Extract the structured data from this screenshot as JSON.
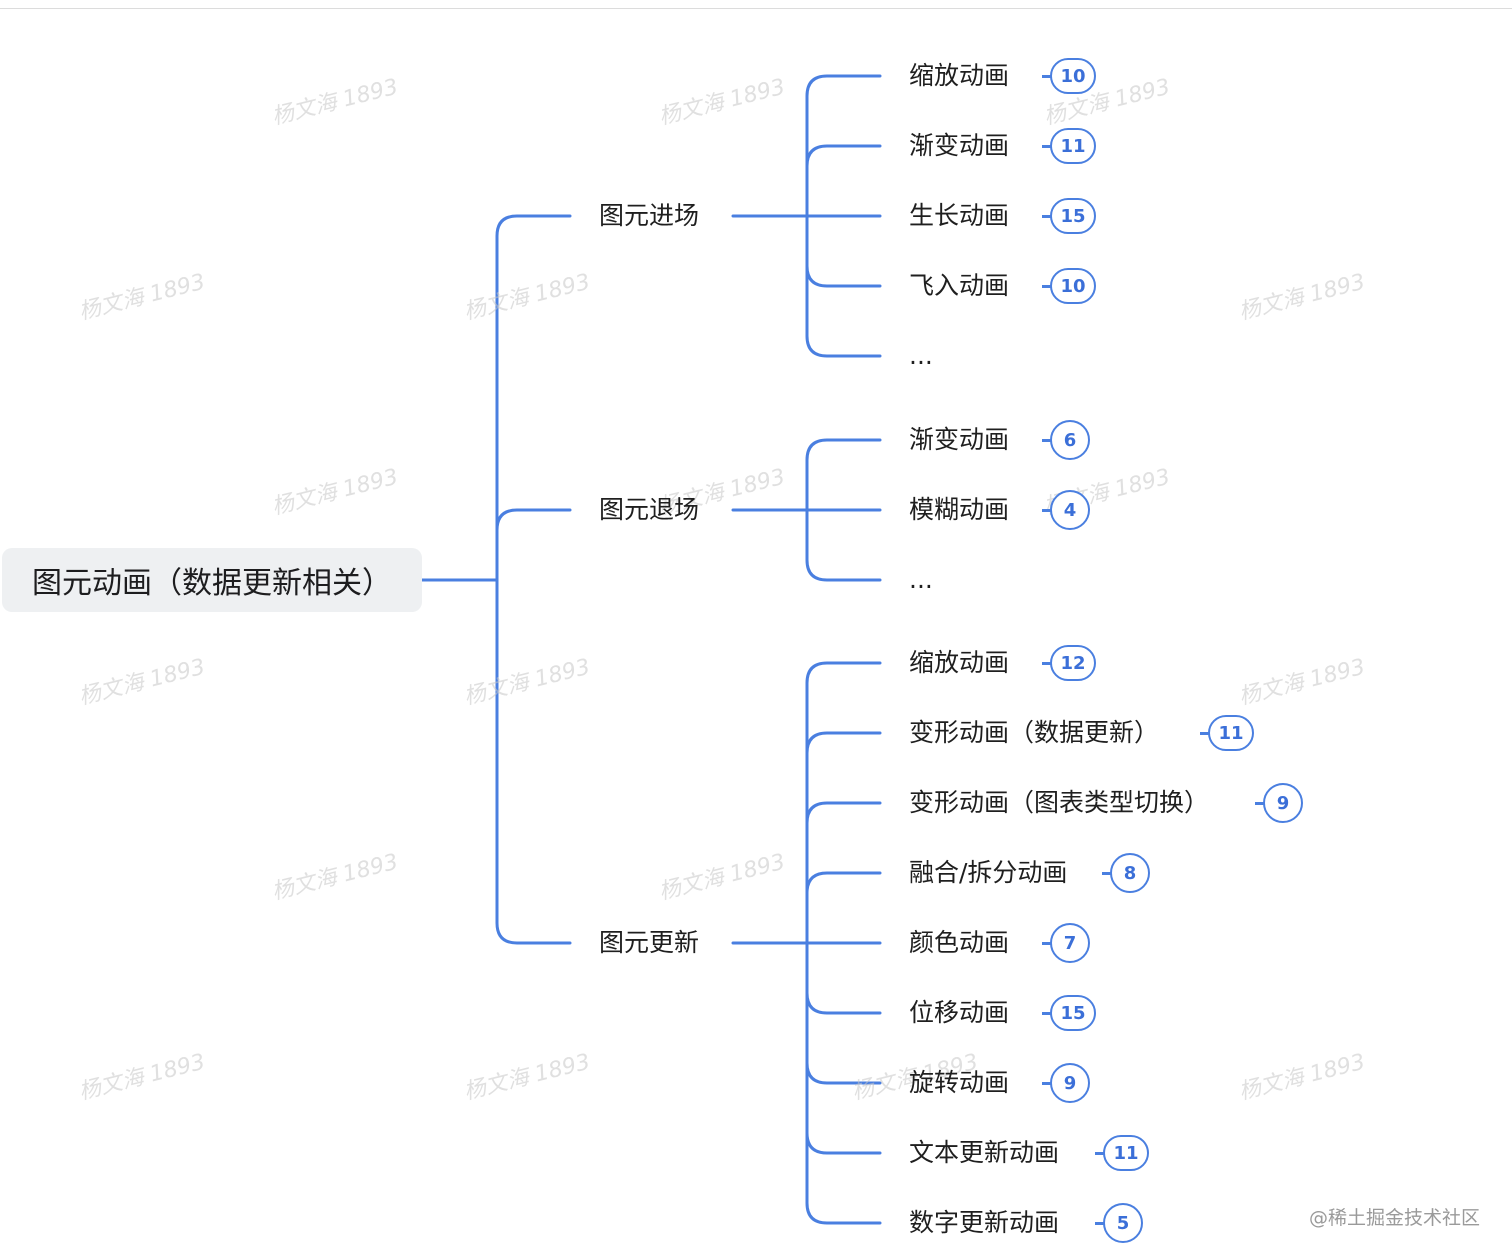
{
  "root": {
    "label": "图元动画（数据更新相关）"
  },
  "branches": [
    {
      "label": "图元进场",
      "children": [
        {
          "label": "缩放动画",
          "badge": "10"
        },
        {
          "label": "渐变动画",
          "badge": "11"
        },
        {
          "label": "生长动画",
          "badge": "15"
        },
        {
          "label": "飞入动画",
          "badge": "10"
        },
        {
          "label": "...",
          "badge": ""
        }
      ]
    },
    {
      "label": "图元退场",
      "children": [
        {
          "label": "渐变动画",
          "badge": "6"
        },
        {
          "label": "模糊动画",
          "badge": "4"
        },
        {
          "label": "...",
          "badge": ""
        }
      ]
    },
    {
      "label": "图元更新",
      "children": [
        {
          "label": "缩放动画",
          "badge": "12"
        },
        {
          "label": "变形动画（数据更新）",
          "badge": "11"
        },
        {
          "label": "变形动画（图表类型切换）",
          "badge": "9"
        },
        {
          "label": "融合/拆分动画",
          "badge": "8"
        },
        {
          "label": "颜色动画",
          "badge": "7"
        },
        {
          "label": "位移动画",
          "badge": "15"
        },
        {
          "label": "旋转动画",
          "badge": "9"
        },
        {
          "label": "文本更新动画",
          "badge": "11"
        },
        {
          "label": "数字更新动画",
          "badge": "5"
        }
      ]
    }
  ],
  "watermark": "杨文海 1893",
  "footer": "@稀土掘金技术社区",
  "colors": {
    "connector": "#4a7fe0",
    "root_bg": "#eef0f2",
    "badge": "#3b6fd8"
  }
}
